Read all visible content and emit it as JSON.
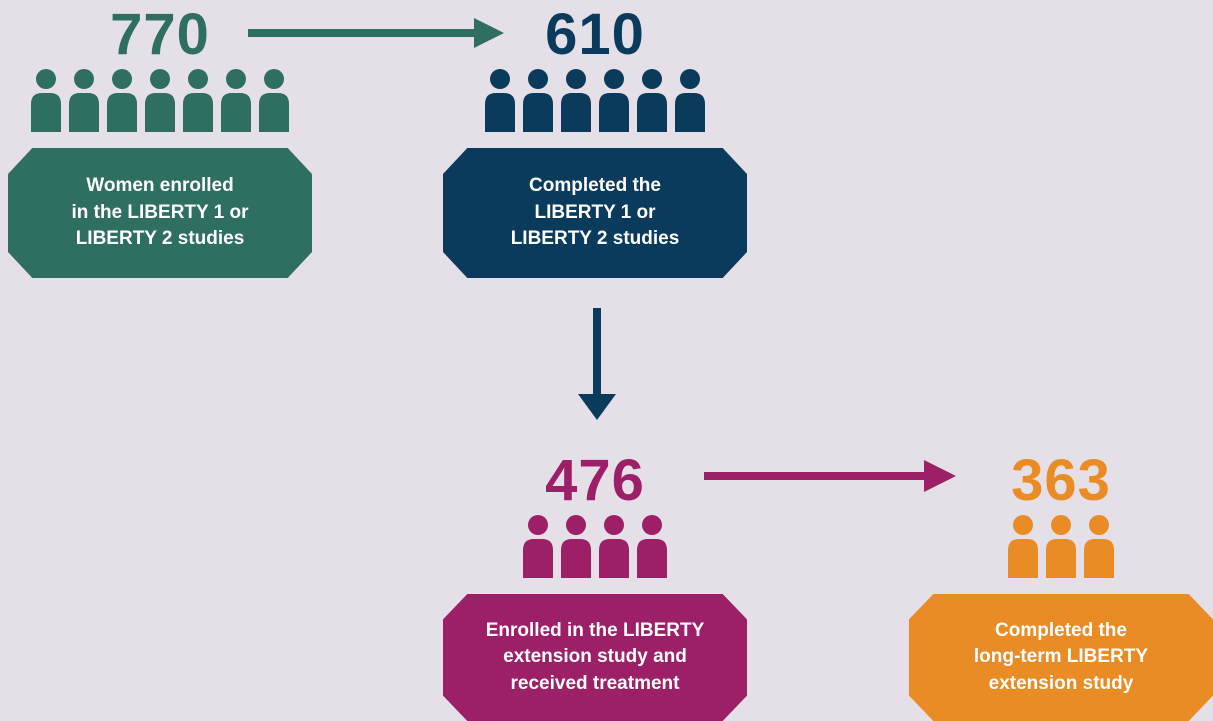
{
  "colors": {
    "background": "#e5e0e8",
    "green": "#2f6f62",
    "navy": "#0b3b5c",
    "magenta": "#9c1f68",
    "orange": "#e98c25"
  },
  "nodes": [
    {
      "id": "n1",
      "count": "770",
      "people_icons": 7,
      "label": "Women enrolled\nin the LIBERTY 1 or\nLIBERTY 2 studies",
      "color": "#2f6f62"
    },
    {
      "id": "n2",
      "count": "610",
      "people_icons": 6,
      "label": "Completed the\nLIBERTY 1 or\nLIBERTY 2 studies",
      "color": "#0b3b5c"
    },
    {
      "id": "n3",
      "count": "476",
      "people_icons": 4,
      "label": "Enrolled in the LIBERTY\nextension study and\nreceived treatment",
      "color": "#9c1f68"
    },
    {
      "id": "n4",
      "count": "363",
      "people_icons": 3,
      "label": "Completed the\nlong-term LIBERTY\nextension study",
      "color": "#e98c25"
    }
  ],
  "icons": {
    "person": "person-icon",
    "arrow": "arrow-icon"
  }
}
